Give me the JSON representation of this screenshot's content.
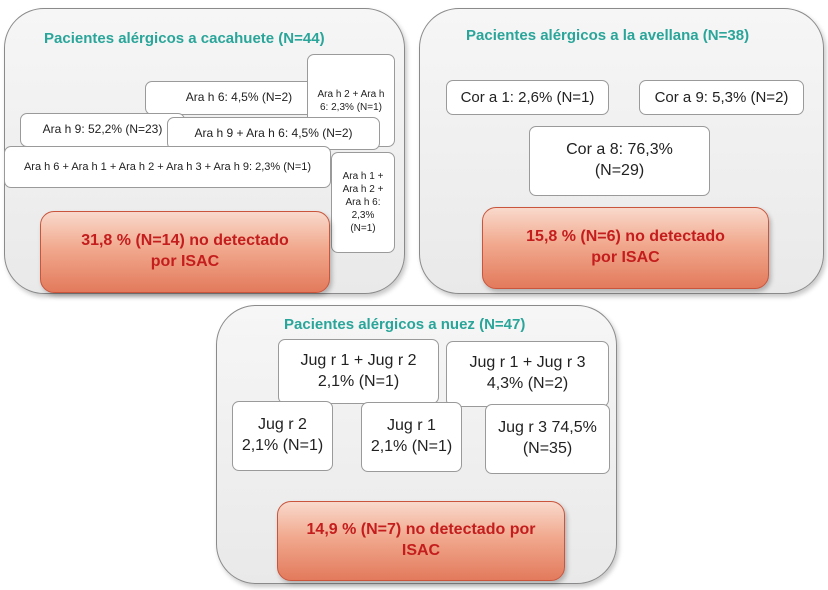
{
  "peanut": {
    "title": "Pacientes alérgicos a cacahuete  (N=44)",
    "boxes": {
      "ara_h6": "Ara h 6: 4,5% (N=2)",
      "ara_h2_h6": "Ara h 2 + Ara h 6: 2,3% (N=1)",
      "ara_h9": "Ara h 9: 52,2% (N=23)",
      "ara_h9_h6": "Ara h 9 + Ara h 6:  4,5% (N=2)",
      "ara_combo": "Ara h 6 + Ara h 1 + Ara h 2 + Ara h 3 + Ara h 9: 2,3% (N=1)",
      "ara_h1_h2_h6": "Ara h 1 + Ara h 2 + Ara h 6: 2,3% (N=1)"
    },
    "not_detected": "31,8 % (N=14) no detectado por ISAC"
  },
  "hazelnut": {
    "title": "Pacientes alérgicos a la avellana  (N=38)",
    "boxes": {
      "cor_a1": "Cor a 1: 2,6% (N=1)",
      "cor_a9": "Cor a 9: 5,3% (N=2)",
      "cor_a8": "Cor a 8: 76,3% (N=29)"
    },
    "not_detected": "15,8 % (N=6) no detectado por ISAC"
  },
  "walnut": {
    "title": "Pacientes alérgicos a nuez (N=47)",
    "boxes": {
      "jug_r1_r2": "Jug r 1 + Jug r 2 2,1% (N=1)",
      "jug_r1_r3": "Jug r 1 + Jug r 3 4,3% (N=2)",
      "jug_r2": "Jug r 2 2,1% (N=1)",
      "jug_r1": "Jug r 1 2,1% (N=1)",
      "jug_r3": "Jug r 3 74,5% (N=35)"
    },
    "not_detected": "14,9 %  (N=7) no detectado por ISAC"
  }
}
